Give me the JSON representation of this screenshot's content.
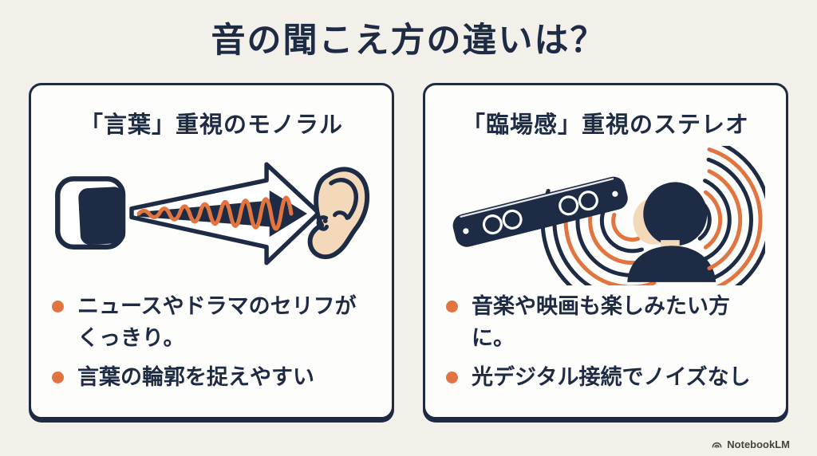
{
  "page": {
    "title": "音の聞こえ方の違いは？",
    "background_color": "#f2f0e9",
    "navy_color": "#1d2b45",
    "orange_color": "#e2743f",
    "skin_color": "#f3d9ba",
    "card_background_color": "#fdfdfb"
  },
  "cards": [
    {
      "title": "「言葉」重視のモノラル",
      "illustration": "mono-speaker-sound-wave-to-ear",
      "icons": [
        "speaker-icon",
        "arrow-right-icon",
        "sine-wave-icon",
        "ear-icon"
      ],
      "bullets": [
        "ニュースやドラマのセリフがくっきり。",
        "言葉の輪郭を捉えやすい"
      ]
    },
    {
      "title": "「臨場感」重視のステレオ",
      "illustration": "soundbar-surround-waves-listener",
      "icons": [
        "soundbar-icon",
        "sound-waves-icon",
        "listener-icon"
      ],
      "bullets": [
        "音楽や映画も楽しみたい方に。",
        "光デジタル接続でノイズなし"
      ]
    }
  ],
  "footer": {
    "brand": "NotebookLM",
    "logo_icon": "notebooklm-arcs-icon"
  }
}
